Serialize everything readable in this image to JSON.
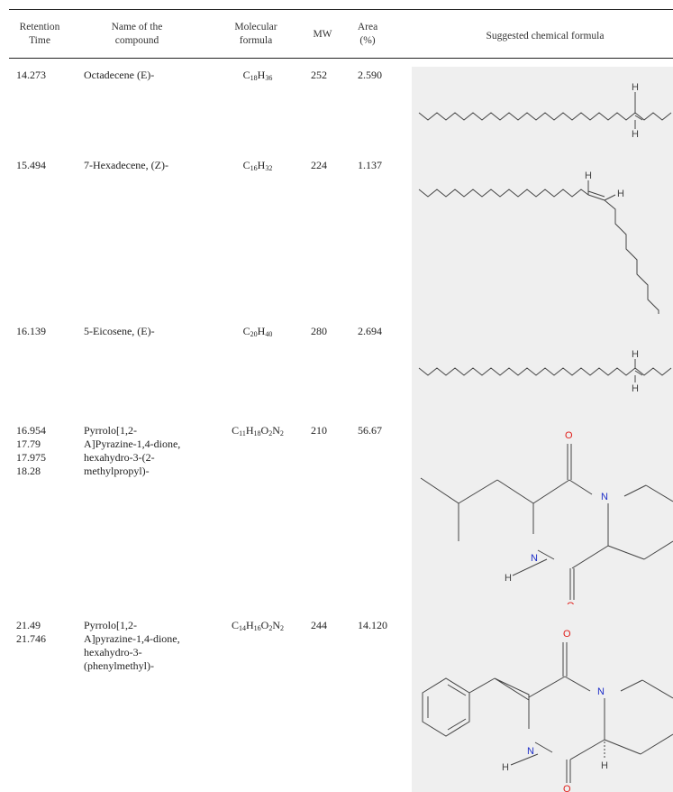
{
  "headers": {
    "retention_time": "Retention\nTime",
    "name": "Name of the\ncompound",
    "formula": "Molecular\nformula",
    "mw": "MW",
    "area": "Area\n(%)",
    "suggested": "Suggested chemical formula"
  },
  "rows": [
    {
      "retention_time": "14.273",
      "name": "Octadecene (E)-",
      "formula": [
        {
          "t": "C"
        },
        {
          "s": "18"
        },
        {
          "t": "H"
        },
        {
          "s": "36"
        }
      ],
      "mw": "252",
      "area": "2.590"
    },
    {
      "retention_time": "15.494",
      "name": "7-Hexadecene, (Z)-",
      "formula": [
        {
          "t": "C"
        },
        {
          "s": "16"
        },
        {
          "t": "H"
        },
        {
          "s": "32"
        }
      ],
      "mw": "224",
      "area": "1.137"
    },
    {
      "retention_time": "16.139",
      "name": "5-Eicosene, (E)-",
      "formula": [
        {
          "t": "C"
        },
        {
          "s": "20"
        },
        {
          "t": "H"
        },
        {
          "s": "40"
        }
      ],
      "mw": "280",
      "area": "2.694"
    },
    {
      "retention_time": "16.954\n17.79\n17.975\n18.28",
      "name": "Pyrrolo[1,2-\nA]Pyrazine-1,4-dione,\nhexahydro-3-(2-\nmethylpropyl)-",
      "formula": [
        {
          "t": "C"
        },
        {
          "s": "11"
        },
        {
          "t": "H"
        },
        {
          "s": "18"
        },
        {
          "t": "O"
        },
        {
          "s": "2"
        },
        {
          "t": "N"
        },
        {
          "s": "2"
        }
      ],
      "mw": "210",
      "area": "56.67"
    },
    {
      "retention_time": "21.49\n21.746",
      "name": "Pyrrolo[1,2-\nA]pyrazine-1,4-dione,\nhexahydro-3-\n(phenylmethyl)-",
      "formula": [
        {
          "t": "C"
        },
        {
          "s": "14"
        },
        {
          "t": "H"
        },
        {
          "s": "16"
        },
        {
          "t": "O"
        },
        {
          "s": "2"
        },
        {
          "t": "N"
        },
        {
          "s": "2"
        }
      ],
      "mw": "244",
      "area": "14.120"
    }
  ],
  "atom_labels": {
    "H": "H",
    "N": "N",
    "O": "O"
  },
  "colors": {
    "panel": "#efefef",
    "nitrogen": "#1f2fc8",
    "oxygen": "#e0201c",
    "bond": "#444444"
  }
}
